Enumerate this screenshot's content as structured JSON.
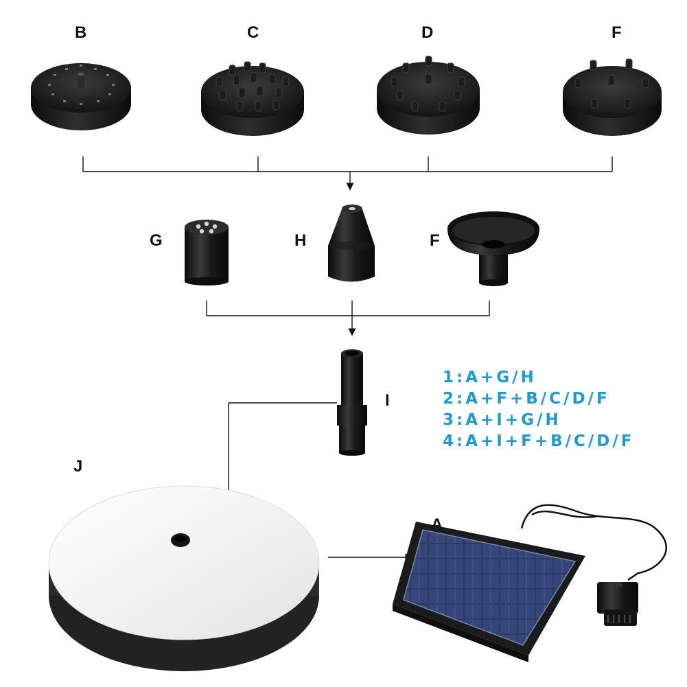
{
  "labels": {
    "b": "B",
    "c": "C",
    "d": "D",
    "f_top": "F",
    "g": "G",
    "h": "H",
    "f_mid": "F",
    "i": "I",
    "j": "J",
    "a": "A"
  },
  "combinations": [
    "1:A+G/H",
    "2:A+F+B/C/D/F",
    "3:A+I+G/H",
    "4:A+I+F+B/C/D/F"
  ],
  "colors": {
    "formula_text": "#1c9ad6",
    "part_black": "#111111",
    "foam_white": "#f2f2f2",
    "foam_black": "#2b2b2b",
    "solar_cell": "#2c3a5e"
  },
  "icons": [
    "nozzle-b-icon",
    "nozzle-c-icon",
    "nozzle-d-icon",
    "nozzle-f-icon",
    "nozzle-g-icon",
    "nozzle-h-icon",
    "nozzle-f-funnel-icon",
    "extension-tube-icon",
    "foam-float-icon",
    "solar-panel-icon",
    "pump-icon"
  ]
}
